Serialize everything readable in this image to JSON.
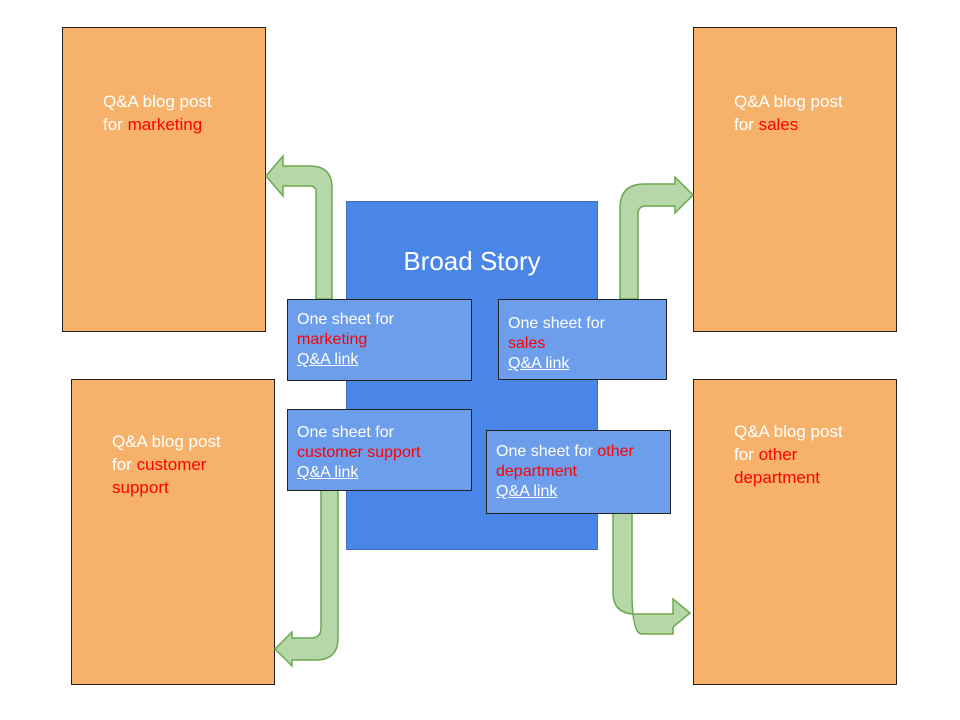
{
  "blog_posts": {
    "marketing": {
      "line1": "Q&A blog post",
      "prefix": "for ",
      "dept": "marketing"
    },
    "sales": {
      "line1": "Q&A blog post",
      "prefix": "for ",
      "dept": "sales"
    },
    "customer_support": {
      "line1": "Q&A blog post",
      "prefix": "for ",
      "dept_line1": "customer",
      "dept_line2": "support"
    },
    "other": {
      "line1": "Q&A blog post",
      "prefix": "for ",
      "dept_line1": "other",
      "dept_line2": "department"
    }
  },
  "center": {
    "title": "Broad Story"
  },
  "sheets": {
    "marketing": {
      "prefix": "One sheet for",
      "dept": "marketing",
      "link": "Q&A link"
    },
    "sales": {
      "prefix": "One sheet for",
      "dept": "sales",
      "link": "Q&A link"
    },
    "customer_support": {
      "prefix": "One sheet for",
      "dept": "customer support",
      "link": "Q&A link"
    },
    "other": {
      "prefix": "One sheet for ",
      "dept_part1": "other",
      "dept_part2": "department",
      "link": "Q&A link"
    }
  },
  "colors": {
    "blog_box": "#f6b26b",
    "center_box": "#4a86e8",
    "sheet_box": "#6d9eeb",
    "arrow_fill": "#b6d7a8",
    "arrow_stroke": "#6aa84f",
    "highlight_text": "#ff0000"
  }
}
